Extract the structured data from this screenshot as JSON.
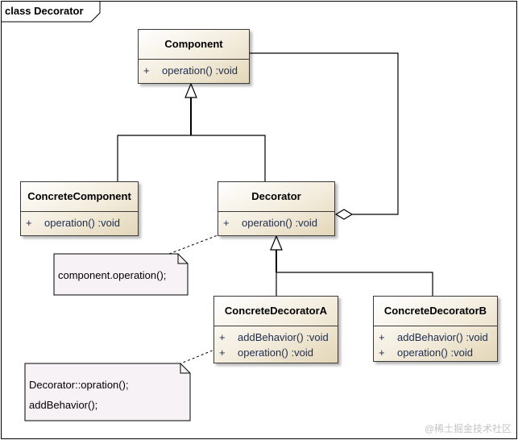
{
  "frame_title": "class Decorator",
  "classes": {
    "component": {
      "name": "Component",
      "members": [
        {
          "vis": "+",
          "sig": "operation()  :void"
        }
      ]
    },
    "concrete_component": {
      "name": "ConcreteComponent",
      "members": [
        {
          "vis": "+",
          "sig": "operation()  :void"
        }
      ]
    },
    "decorator": {
      "name": "Decorator",
      "members": [
        {
          "vis": "+",
          "sig": "operation()  :void"
        }
      ]
    },
    "concrete_decorator_a": {
      "name": "ConcreteDecoratorA",
      "members": [
        {
          "vis": "+",
          "sig": "addBehavior()  :void"
        },
        {
          "vis": "+",
          "sig": "operation()  :void"
        }
      ]
    },
    "concrete_decorator_b": {
      "name": "ConcreteDecoratorB",
      "members": [
        {
          "vis": "+",
          "sig": "addBehavior()  :void"
        },
        {
          "vis": "+",
          "sig": "operation()  :void"
        }
      ]
    }
  },
  "notes": {
    "decorator_note": {
      "lines": [
        "component.operation();"
      ]
    },
    "decorator_a_note": {
      "lines": [
        "Decorator::opration();",
        "addBehavior();"
      ]
    }
  },
  "relationships": [
    {
      "type": "generalization",
      "from": "ConcreteComponent",
      "to": "Component"
    },
    {
      "type": "generalization",
      "from": "Decorator",
      "to": "Component"
    },
    {
      "type": "aggregation",
      "from": "Decorator",
      "to": "Component"
    },
    {
      "type": "generalization",
      "from": "ConcreteDecoratorA",
      "to": "Decorator"
    },
    {
      "type": "generalization",
      "from": "ConcreteDecoratorB",
      "to": "Decorator"
    }
  ],
  "watermark": "@稀土掘金技术社区"
}
